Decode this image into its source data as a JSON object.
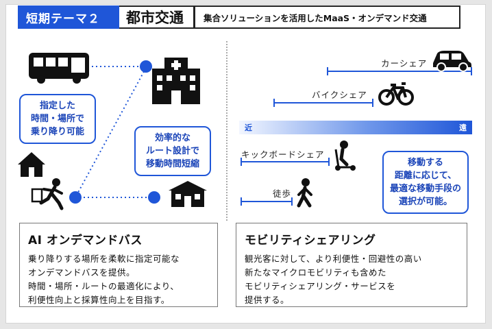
{
  "header": {
    "theme_label": "短期テーマ２",
    "title": "都市交通",
    "subtitle": "集合ソリューションを活用したMaaS・オンデマンド交通"
  },
  "left_diagram": {
    "bubble_flexible": [
      "指定した",
      "時間・場所で",
      "乗り降り可能"
    ],
    "bubble_route": [
      "効率的な",
      "ルート設計で",
      "移動時間短縮"
    ]
  },
  "right_diagram": {
    "car_share_label": "カーシェア",
    "bike_share_label": "バイクシェア",
    "near_label": "近",
    "far_label": "遠",
    "kickboard_share_label": "キックボードシェア",
    "walk_label": "徒歩",
    "bubble_choice": [
      "移動する",
      "距離に応じて、",
      "最適な移動手段の",
      "選択が可能。"
    ]
  },
  "panel_left": {
    "title": "AI オンデマンドバス",
    "lines": [
      "乗り降りする場所を柔軟に指定可能な",
      "オンデマンドバスを提供。",
      "時間・場所・ルートの最適化により、",
      "利便性向上と採算性向上を目指す。"
    ]
  },
  "panel_right": {
    "title": "モビリティシェアリング",
    "lines": [
      "観光客に対して、より利便性・回避性の高い",
      "新たなマイクロモビリティも含めた",
      "モビリティシェアリング・サービスを",
      "提供する。"
    ]
  },
  "colors": {
    "accent_blue": "#1f56d8",
    "bubble_text": "#1a44b8",
    "icon_black": "#111111"
  }
}
